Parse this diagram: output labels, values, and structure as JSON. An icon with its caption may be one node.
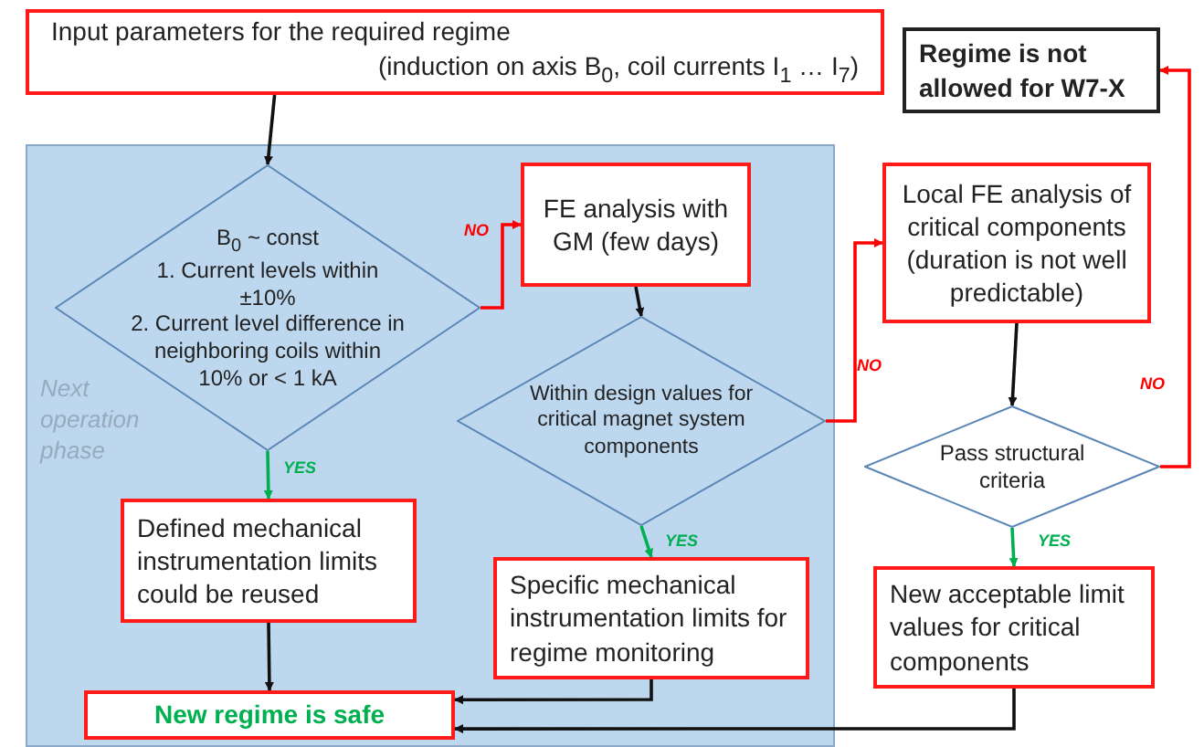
{
  "diagram": {
    "nodes": [
      {
        "text": [
          "Input parameters for the required regime",
          "(induction on axis B$_{0}$, coil currents I$_{1}$ … I$_{7}$)"
        ]
      },
      {
        "text": [
          "Regime is not allowed for W7-X"
        ]
      },
      {
        "text": [
          "Next operation phase"
        ]
      },
      {
        "text": [
          "B$_{0}$ ~ const",
          "1. Current levels within ±10%",
          "2. Current level difference in neighboring coils within 10% or < 1 kA"
        ],
        "in": 2
      },
      {
        "text": [
          "FE analysis with GM (few days)"
        ],
        "in": 2
      },
      {
        "text": [
          "Within design values for critical magnet system components"
        ],
        "in": 2
      },
      {
        "text": [
          "Defined mechanical instrumentation limits could be reused"
        ],
        "in": 2
      },
      {
        "text": [
          "Specific mechanical instrumentation limits for regime monitoring"
        ],
        "in": 2
      },
      {
        "text": [
          "New regime is safe"
        ],
        "in": 2
      },
      {
        "text": [
          "Local FE analysis of critical components (duration is not well predictable)"
        ]
      },
      {
        "text": [
          "Pass structural criteria"
        ]
      },
      {
        "text": [
          "New acceptable limit values for critical components"
        ]
      }
    ],
    "edges": [
      {
        "from": 0,
        "to": 3,
        "arrow": "to"
      },
      {
        "from": 3,
        "to": 4,
        "arrow": "to",
        "label": "NO",
        "color": "#ff0000"
      },
      {
        "from": 3,
        "to": 6,
        "arrow": "to",
        "label": "YES",
        "color": "#00b050"
      },
      {
        "from": 4,
        "to": 5,
        "arrow": "to"
      },
      {
        "from": 5,
        "to": 9,
        "arrow": "to",
        "label": "NO",
        "color": "#ff0000"
      },
      {
        "from": 5,
        "to": 7,
        "arrow": "to",
        "label": "YES",
        "color": "#00b050"
      },
      {
        "from": 6,
        "to": 8,
        "arrow": "to"
      },
      {
        "from": 7,
        "to": 8,
        "arrow": "to"
      },
      {
        "from": 9,
        "to": 10,
        "arrow": "to"
      },
      {
        "from": 10,
        "to": 11,
        "arrow": "to",
        "label": "YES",
        "color": "#00b050"
      },
      {
        "from": 10,
        "to": 1,
        "arrow": "to",
        "label": "NO",
        "color": "#ff0000"
      },
      {
        "from": 11,
        "to": 8,
        "arrow": "to"
      }
    ]
  }
}
